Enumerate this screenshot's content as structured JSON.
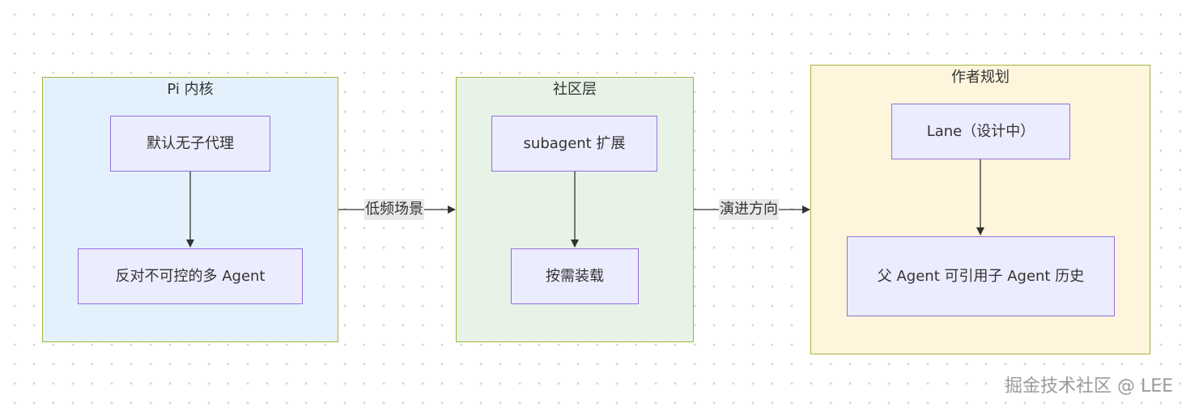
{
  "colors": {
    "cluster_pi_fill": "#E3F1FC",
    "cluster_community_fill": "#E7F3E6",
    "cluster_author_fill": "#FFF5DD",
    "cluster_border": "#A6B33A",
    "node_fill": "#ECECFF",
    "node_border": "#9370DB",
    "edge_color": "#333333"
  },
  "clusters": {
    "pi": {
      "title": "Pi 内核",
      "nodes": {
        "top": "默认无子代理",
        "bottom": "反对不可控的多 Agent"
      }
    },
    "community": {
      "title": "社区层",
      "nodes": {
        "top": "subagent 扩展",
        "bottom": "按需装载"
      }
    },
    "author": {
      "title": "作者规划",
      "nodes": {
        "top": "Lane（设计中）",
        "bottom": "父 Agent 可引用子 Agent 历史"
      }
    }
  },
  "edges": {
    "pi_to_community": "低频场景",
    "community_to_author": "演进方向"
  },
  "watermark": "掘金技术社区 @ LEE"
}
